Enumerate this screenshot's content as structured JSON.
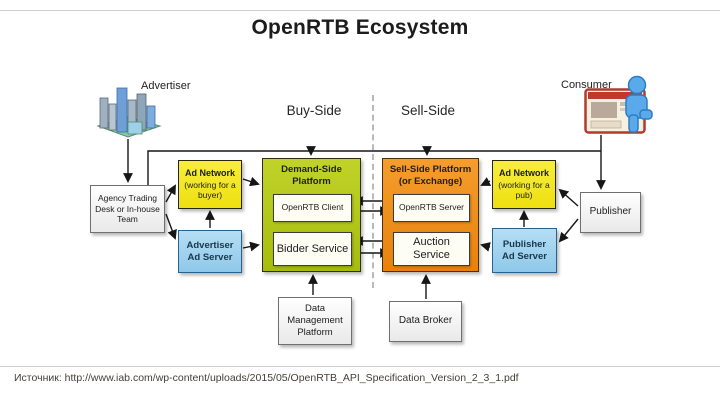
{
  "title": "OpenRTB Ecosystem",
  "source": "Источник: http://www.iab.com/wp-content/uploads/2015/05/OpenRTB_API_Specification_Version_2_3_1.pdf",
  "section_labels": {
    "buy_side": "Buy-Side",
    "sell_side": "Sell-Side"
  },
  "actors": {
    "advertiser": {
      "label": "Advertiser",
      "icon": "office-buildings-icon"
    },
    "consumer": {
      "label": "Consumer",
      "icon": "browser-window-with-person-icon"
    }
  },
  "nodes": {
    "agency": {
      "label": "Agency Trading Desk or In-house Team"
    },
    "ad_network_buyer": {
      "title": "Ad Network",
      "subtitle": "(working for a buyer)"
    },
    "advertiser_ad_server": {
      "label": "Advertiser Ad Server"
    },
    "demand_side_platform": {
      "title": "Demand-Side Platform",
      "openrtb_client": "OpenRTB Client",
      "bidder_service": "Bidder Service"
    },
    "sell_side_platform": {
      "title": "Sell-Side Platform (or Exchange)",
      "openrtb_server": "OpenRTB Server",
      "auction_service": "Auction Service"
    },
    "ad_network_pub": {
      "title": "Ad Network",
      "subtitle": "(working for a pub)"
    },
    "publisher_ad_server": {
      "label": "Publisher Ad Server"
    },
    "publisher": {
      "label": "Publisher"
    },
    "data_management_platform": {
      "label": "Data Management Platform"
    },
    "data_broker": {
      "label": "Data Broker"
    }
  },
  "connections": [
    "Advertiser → Agency Trading Desk or In-house Team",
    "Agency Trading Desk → Ad Network (working for a buyer)",
    "Agency Trading Desk → Advertiser Ad Server",
    "Agency Trading Desk → Publisher (top line)",
    "top line → Demand-Side Platform",
    "top line → Sell-Side Platform (or Exchange)",
    "Advertiser Ad Server → Ad Network (working for a buyer)",
    "Ad Network (working for a buyer) → Demand-Side Platform",
    "Advertiser Ad Server → Demand-Side Platform",
    "OpenRTB Server ↔ OpenRTB Client",
    "Auction Service ↔ Bidder Service",
    "Ad Network (working for a pub) → Sell-Side Platform",
    "Publisher Ad Server → Sell-Side Platform",
    "Publisher Ad Server → Ad Network (working for a pub)",
    "Publisher → Ad Network (working for a pub)",
    "Publisher → Publisher Ad Server",
    "Consumer → Publisher",
    "Data Management Platform → Demand-Side Platform",
    "Data Broker → Sell-Side Platform"
  ],
  "colors": {
    "ad_network_yellow": "#f2e51f",
    "dsp_green": "#b2c916",
    "ssp_orange": "#f08c1a",
    "ad_server_blue": "#a5d5ef",
    "neutral_box": "#ffffff",
    "arrow": "#161616",
    "divider_dash": "#b9b9b9"
  }
}
